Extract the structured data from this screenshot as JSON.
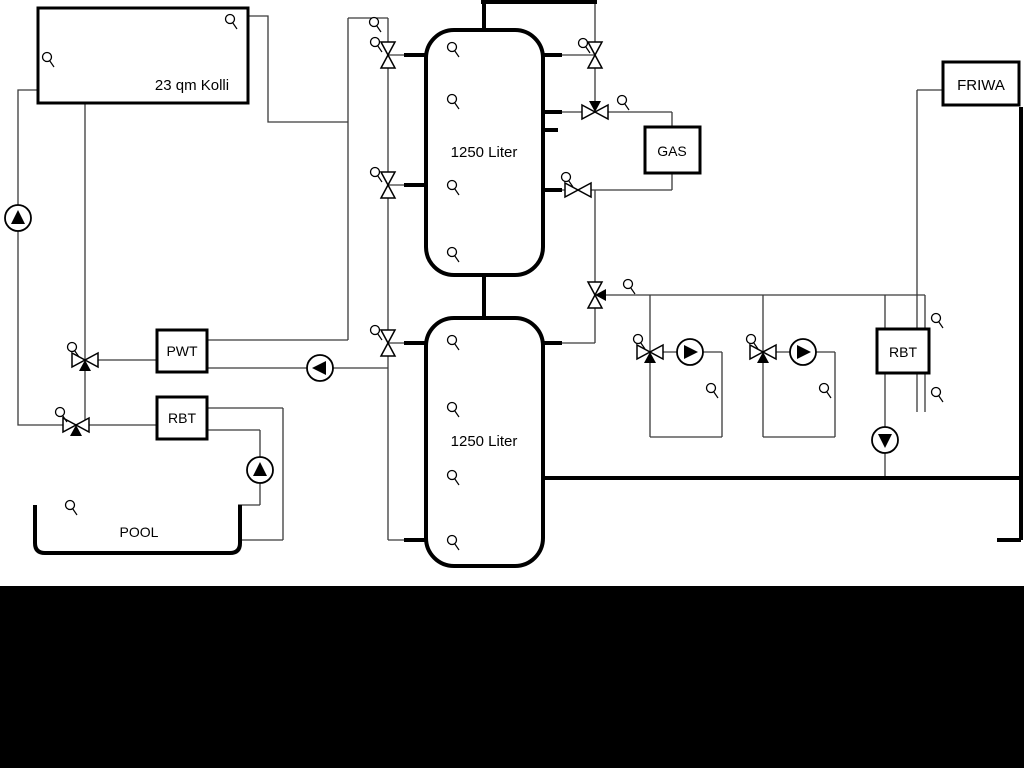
{
  "labels": {
    "collector": "23 qm Kolli",
    "tank_upper": "1250 Liter",
    "tank_lower": "1250 Liter",
    "pwt": "PWT",
    "rbt_left": "RBT",
    "rbt_right": "RBT",
    "gas": "GAS",
    "friwa": "FRIWA",
    "pool": "POOL"
  },
  "icons": {
    "pump-icon": "circle with solid black triangle showing flow direction",
    "valve-icon": "bowtie of two hollow triangles",
    "three-way-valve-icon": "bowtie with additional solid black triangle",
    "sensor-icon": "small circle with short stem"
  },
  "colors": {
    "background": "#ffffff",
    "pipe_thin": "#3a3a3a",
    "pipe_thick": "#000000",
    "box_stroke": "#000000",
    "bottom_bar": "#000000"
  }
}
